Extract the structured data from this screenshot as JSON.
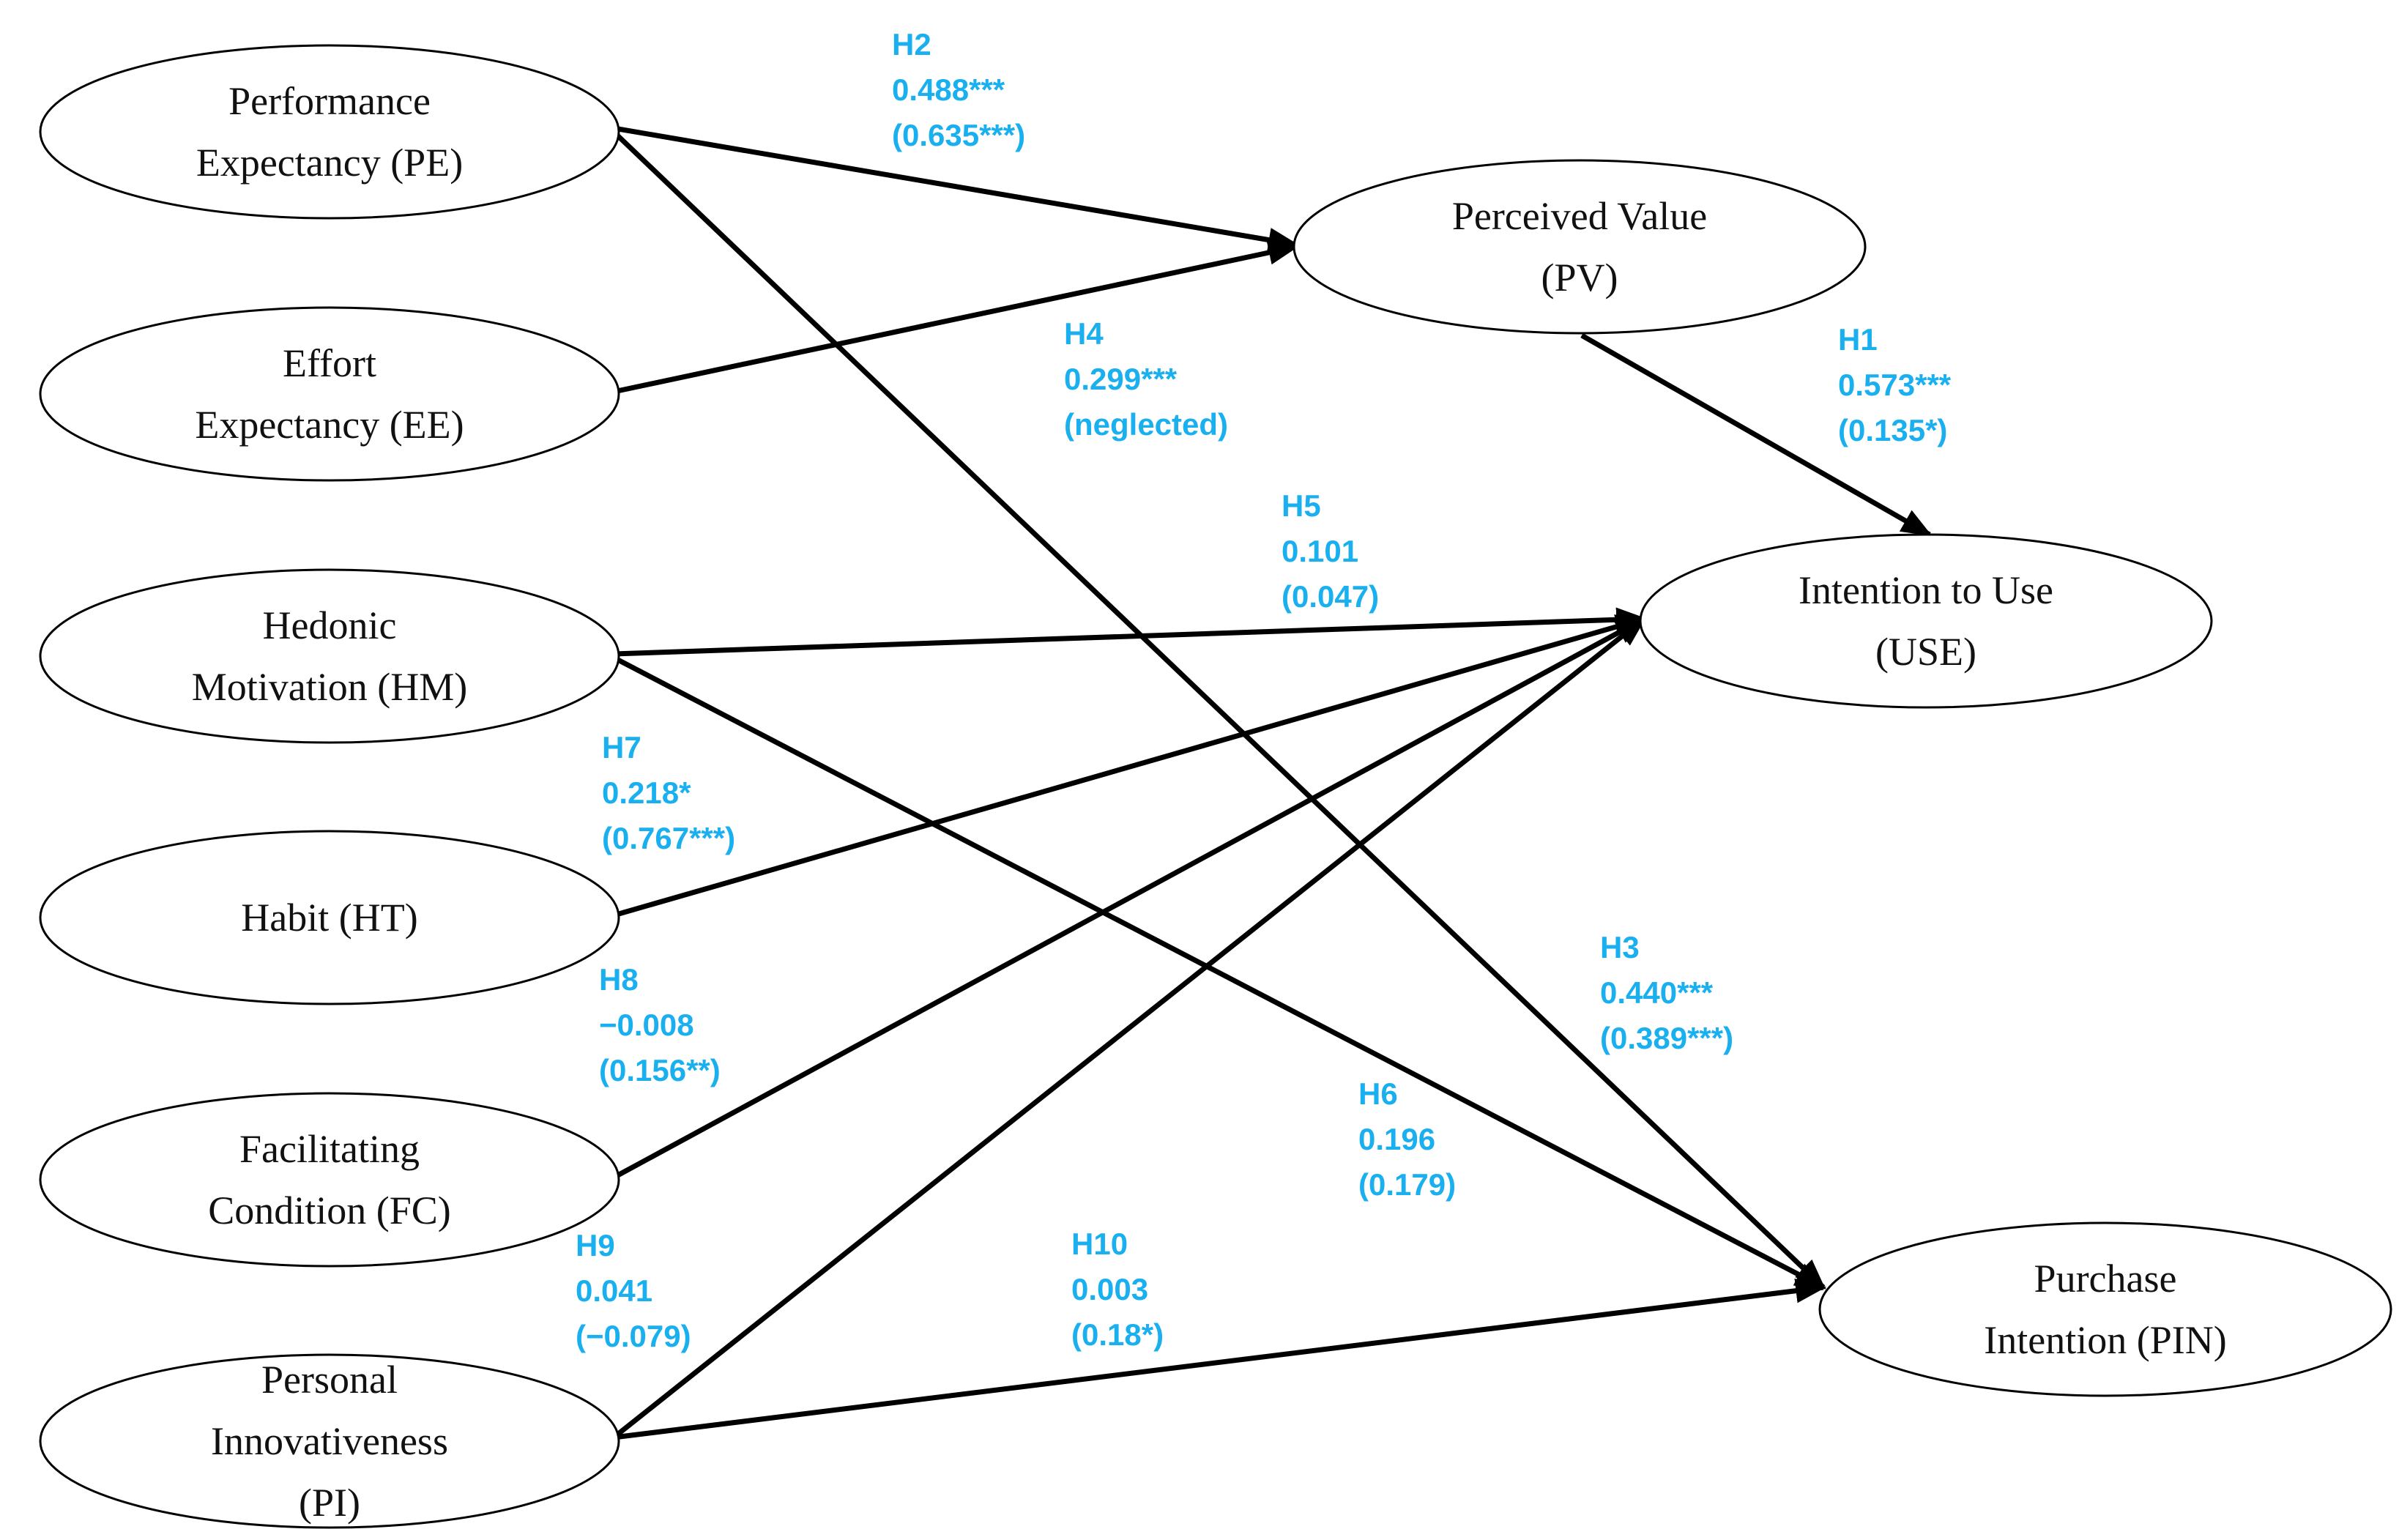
{
  "colors": {
    "line": "#000000",
    "label": "#1ab0ef",
    "node_text": "#111111"
  },
  "nodes": [
    {
      "id": "PE",
      "lines": [
        "Performance",
        "Expectancy (PE)"
      ]
    },
    {
      "id": "EE",
      "lines": [
        "Effort",
        "Expectancy (EE)"
      ]
    },
    {
      "id": "HM",
      "lines": [
        "Hedonic",
        "Motivation (HM)"
      ]
    },
    {
      "id": "HT",
      "lines": [
        "Habit (HT)"
      ]
    },
    {
      "id": "FC",
      "lines": [
        "Facilitating",
        "Condition (FC)"
      ]
    },
    {
      "id": "PI",
      "lines": [
        "Personal",
        "Innovativeness",
        "(PI)"
      ]
    },
    {
      "id": "PV",
      "lines": [
        "Perceived Value",
        "(PV)"
      ]
    },
    {
      "id": "USE",
      "lines": [
        "Intention to Use",
        "(USE)"
      ]
    },
    {
      "id": "PIN",
      "lines": [
        "Purchase",
        "Intention (PIN)"
      ]
    }
  ],
  "paths": [
    {
      "id": "H1",
      "from": "PV",
      "to": "USE",
      "label": [
        "H1",
        "0.573***",
        "(0.135*)"
      ]
    },
    {
      "id": "H2",
      "from": "PE",
      "to": "PV",
      "label": [
        "H2",
        "0.488***",
        "(0.635***)"
      ]
    },
    {
      "id": "H3",
      "from": "PE",
      "to": "PIN",
      "label": [
        "H3",
        "0.440***",
        "(0.389***)"
      ]
    },
    {
      "id": "H4",
      "from": "EE",
      "to": "PV",
      "label": [
        "H4",
        "0.299***",
        "(neglected)"
      ]
    },
    {
      "id": "H5",
      "from": "HM",
      "to": "USE",
      "label": [
        "H5",
        "0.101",
        "(0.047)"
      ]
    },
    {
      "id": "H6",
      "from": "HM",
      "to": "PIN",
      "label": [
        "H6",
        "0.196",
        "(0.179)"
      ]
    },
    {
      "id": "H7",
      "from": "HT",
      "to": "USE",
      "label": [
        "H7",
        "0.218*",
        "(0.767***)"
      ]
    },
    {
      "id": "H8",
      "from": "FC",
      "to": "USE",
      "label": [
        "H8",
        "−0.008",
        "(0.156**)"
      ]
    },
    {
      "id": "H9",
      "from": "PI",
      "to": "USE",
      "label": [
        "H9",
        "0.041",
        "(−0.079)"
      ]
    },
    {
      "id": "H10",
      "from": "PI",
      "to": "PIN",
      "label": [
        "H10",
        "0.003",
        "(0.18*)"
      ]
    }
  ]
}
